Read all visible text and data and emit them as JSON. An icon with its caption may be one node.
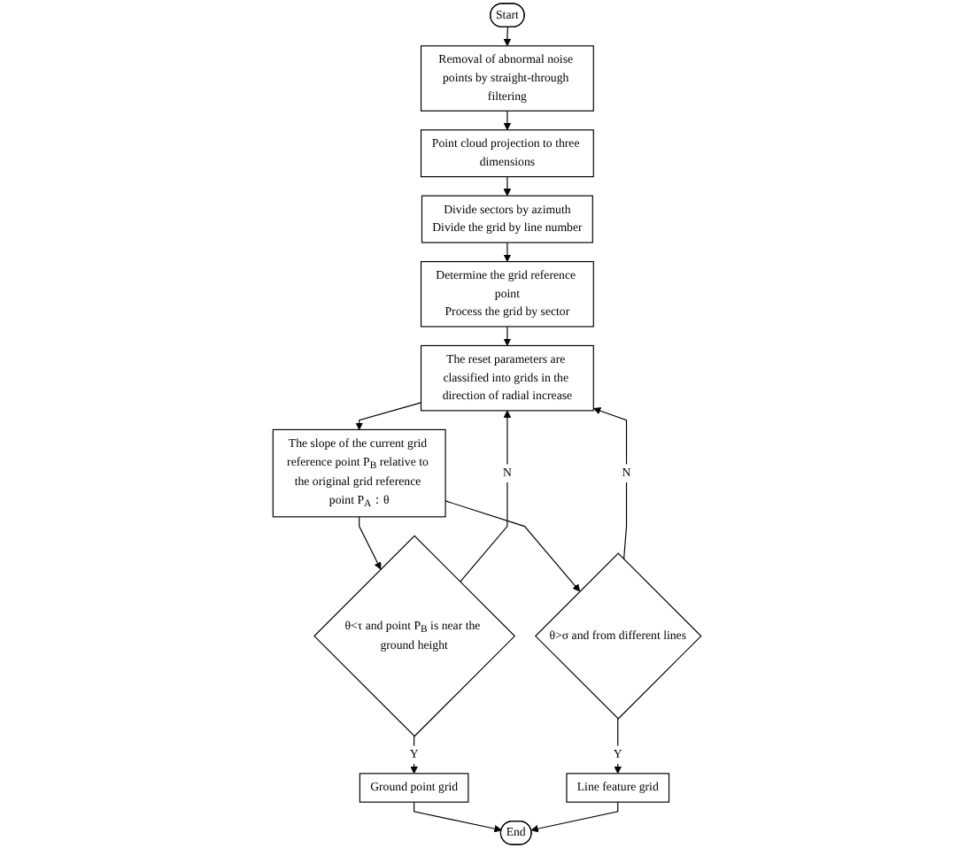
{
  "diagram": {
    "nodes": [
      {
        "text": [
          "Start"
        ]
      },
      {
        "text": [
          "Removal of abnormal noise points by straight-through filtering"
        ]
      },
      {
        "text": [
          "Point cloud projection to three dimensions"
        ]
      },
      {
        "text": [
          "Divide sectors by azimuth",
          "Divide the grid by line number"
        ]
      },
      {
        "text": [
          "Determine the grid reference point",
          "Process the grid by sector"
        ]
      },
      {
        "text": [
          "The reset parameters are classified into grids in the direction of radial increase"
        ]
      },
      {
        "text": [
          "The slope of the current grid reference point P$_{B}$ relative to the original grid reference point P$_{A}$：θ"
        ]
      },
      {
        "text": [
          "θ<τ and point P$_{B}$ is near the ground height"
        ]
      },
      {
        "text": [
          "θ>σ and from different lines"
        ]
      },
      {
        "text": [
          "Ground point grid"
        ]
      },
      {
        "text": [
          "End"
        ]
      },
      {
        "text": [
          "Line feature grid"
        ]
      }
    ],
    "edges": [
      {
        "from": 0,
        "to": 1,
        "arrow": "to"
      },
      {
        "from": 1,
        "to": 2,
        "arrow": "to"
      },
      {
        "from": 2,
        "to": 3,
        "arrow": "to"
      },
      {
        "from": 3,
        "to": 4,
        "arrow": "to"
      },
      {
        "from": 4,
        "to": 5,
        "arrow": "to"
      },
      {
        "from": 5,
        "to": 6,
        "arrow": "to"
      },
      {
        "from": 6,
        "to": 7,
        "arrow": "to"
      },
      {
        "from": 6,
        "to": 8,
        "arrow": "to"
      },
      {
        "from": 7,
        "to": 5,
        "label": "N",
        "arrow": "to"
      },
      {
        "from": 8,
        "to": 5,
        "label": "N",
        "arrow": "to"
      },
      {
        "from": 7,
        "to": 9,
        "label": "Y",
        "arrow": "to"
      },
      {
        "from": 8,
        "to": 11,
        "label": "Y",
        "arrow": "to"
      },
      {
        "from": 9,
        "to": 10,
        "arrow": "to"
      },
      {
        "from": 11,
        "to": 10,
        "arrow": "to"
      }
    ]
  }
}
